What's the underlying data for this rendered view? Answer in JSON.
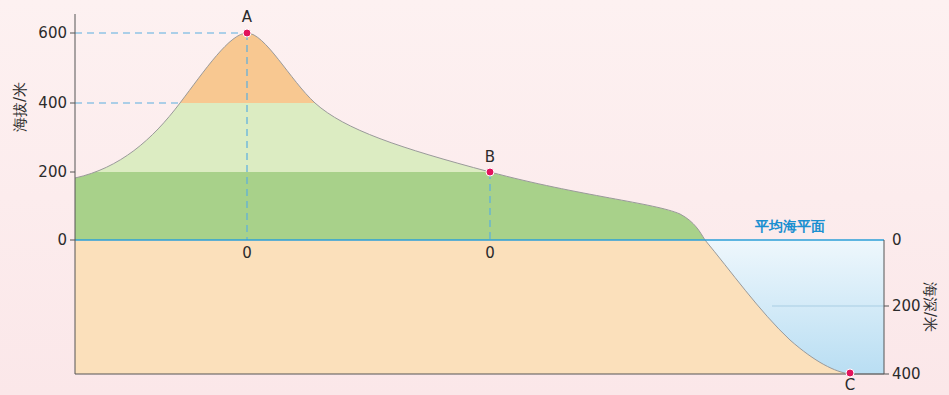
{
  "diagram": {
    "labels": [
      "600",
      "400",
      "200",
      "0",
      "海拔/米",
      "A",
      "0",
      "B",
      "0",
      "平均海平面",
      "0",
      "200",
      "400",
      "海深/米",
      "C"
    ]
  }
}
